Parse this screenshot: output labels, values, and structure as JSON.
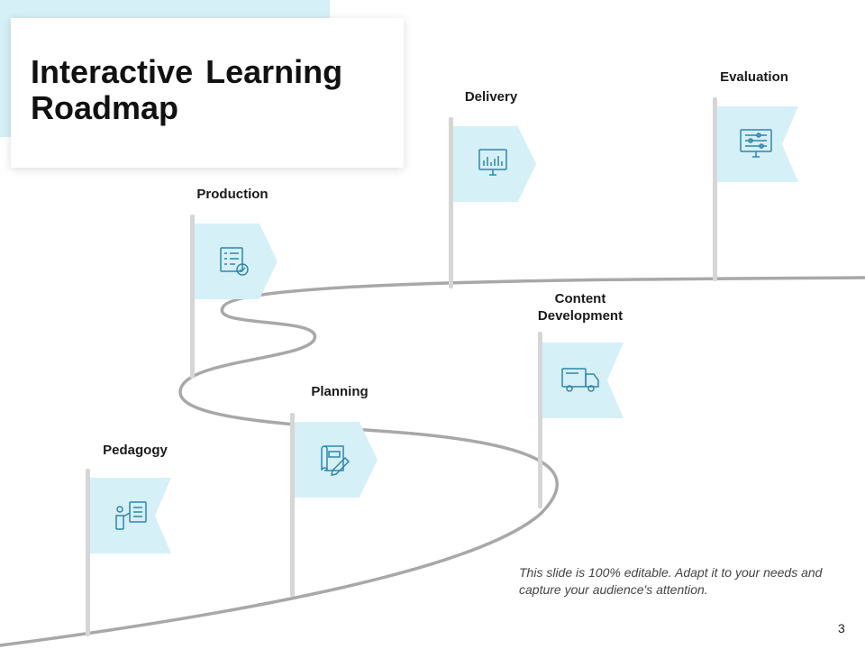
{
  "title": "Interactive Learning Roadmap",
  "stages": [
    {
      "label": "Pedagogy",
      "icon": "teacher-board-icon"
    },
    {
      "label": "Production",
      "icon": "checklist-icon"
    },
    {
      "label": "Planning",
      "icon": "blueprint-pencil-icon"
    },
    {
      "label": "Delivery",
      "icon": "monitor-chart-icon"
    },
    {
      "label": "Content Development",
      "icon": "delivery-truck-icon"
    },
    {
      "label": "Evaluation",
      "icon": "monitor-sliders-icon"
    }
  ],
  "note": "This slide is 100% editable. Adapt it to your needs and capture your audience's attention.",
  "page_number": "3",
  "colors": {
    "accent": "#d5f0f7",
    "icon": "#2e86ad",
    "road": "#a8a8a8",
    "pole": "#d6d6d6"
  }
}
